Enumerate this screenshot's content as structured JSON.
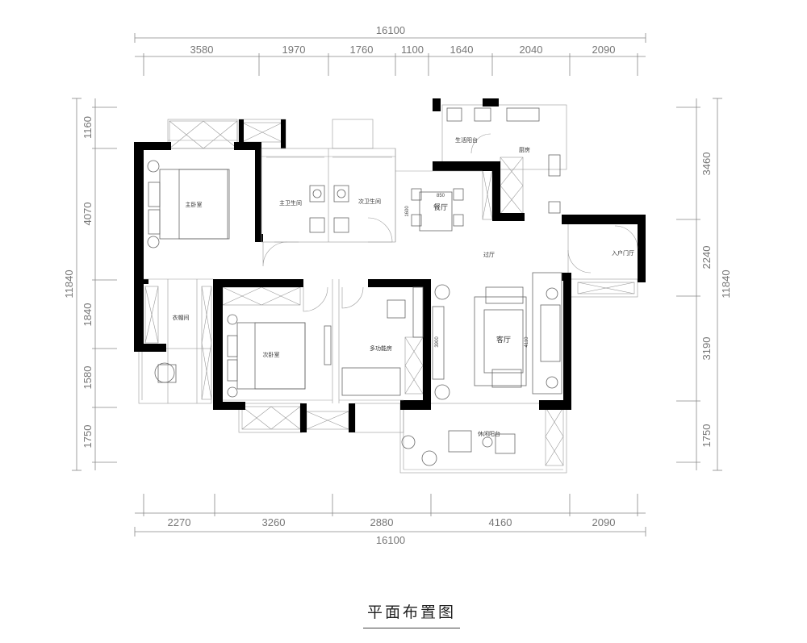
{
  "title": "平面布置图",
  "dimensions": {
    "top_total": "16100",
    "top": [
      "3580",
      "1970",
      "1760",
      "1100",
      "1640",
      "2040",
      "2090"
    ],
    "bottom_total": "16100",
    "bottom": [
      "2270",
      "3260",
      "2880",
      "4160",
      "2090"
    ],
    "left_total": "11840",
    "left": [
      "1160",
      "4070",
      "1840",
      "1580",
      "1750"
    ],
    "right_total": "11840",
    "right": [
      "3460",
      "2240",
      "3190",
      "1750"
    ]
  },
  "rooms": {
    "master_bedroom": "主卧室",
    "master_bath": "主卫生间",
    "guest_bath": "次卫生间",
    "laundry_balcony": "生活阳台",
    "kitchen": "厨房",
    "dining": "餐厅",
    "corridor": "过厅",
    "entrance": "入户门厅",
    "cloakroom": "衣帽间",
    "second_bedroom": "次卧室",
    "multi_room": "多功能房",
    "living_room": "客厅",
    "leisure_balcony": "休闲阳台"
  },
  "annotations": {
    "dining_width": "850",
    "dining_length": "1600",
    "living_depth": "3900",
    "living_width": "4110"
  }
}
